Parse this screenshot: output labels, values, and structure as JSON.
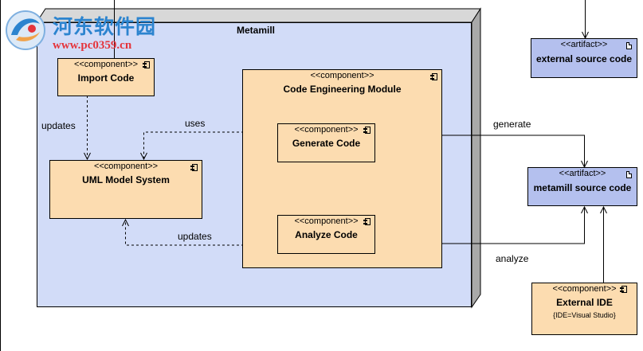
{
  "watermark": {
    "title": "河东软件园",
    "url": "www.pc0359.cn"
  },
  "node": {
    "title": "Metamill"
  },
  "components": {
    "import_code": {
      "stereotype": "<<component>>",
      "title": "Import Code"
    },
    "uml_model": {
      "stereotype": "<<component>>",
      "title": "UML Model System"
    },
    "code_engineering": {
      "stereotype": "<<component>>",
      "title": "Code Engineering Module"
    },
    "generate_code": {
      "stereotype": "<<component>>",
      "title": "Generate Code"
    },
    "analyze_code": {
      "stereotype": "<<component>>",
      "title": "Analyze Code"
    },
    "external_ide": {
      "stereotype": "<<component>>",
      "title": "External IDE",
      "tag": "{IDE=Visual Studio}"
    }
  },
  "artifacts": {
    "external_source": {
      "stereotype": "<<artifact>>",
      "title": "external source code"
    },
    "metamill_source": {
      "stereotype": "<<artifact>>",
      "title": "metamill source code"
    }
  },
  "connectors": {
    "updates_import": "updates",
    "uses": "uses",
    "updates_analyze": "updates",
    "generate": "generate",
    "analyze": "analyze"
  },
  "colors": {
    "node_fill": "#d2dcf8",
    "node_side": "#a9a9a9",
    "component_fill": "#fcdcb0",
    "artifact_fill": "#b4c0ee"
  }
}
